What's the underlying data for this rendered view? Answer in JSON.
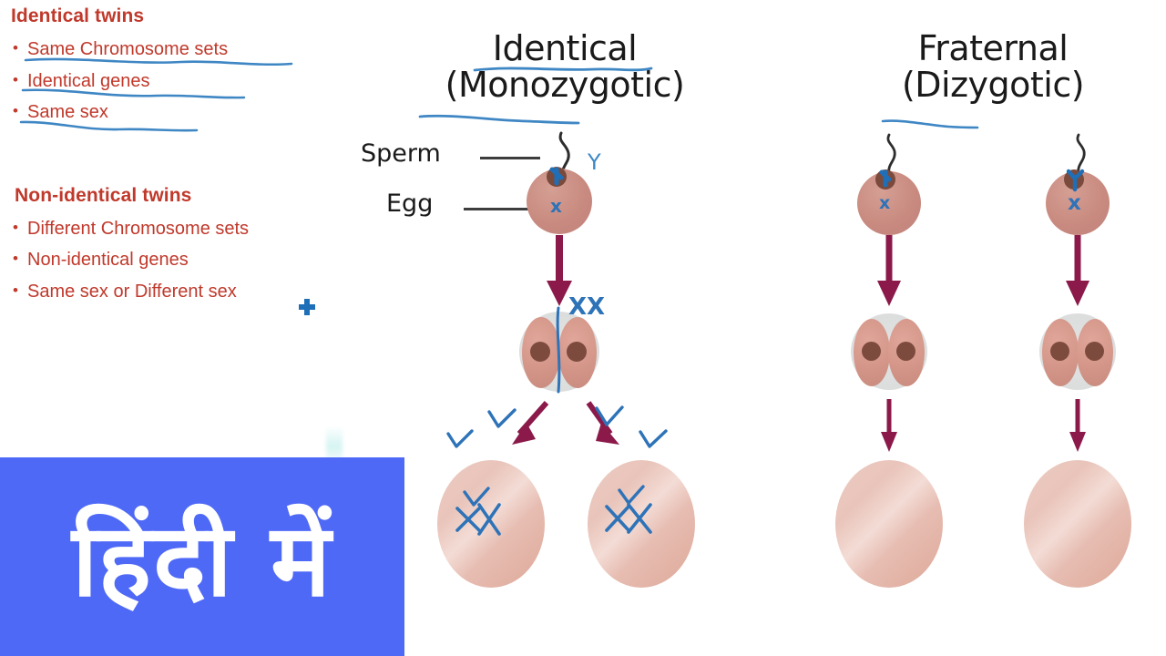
{
  "slide": {
    "background_color": "#ffffff",
    "accent_red": "#c0392b",
    "ink_blue": "#3f87c4",
    "arrow_maroon": "#8b1a4a",
    "banner_blue": "#4f69f7"
  },
  "left_panel": {
    "sections": [
      {
        "heading": "Identical twins",
        "bullet_marker": "•",
        "items": [
          {
            "text": "Same Chromosome sets",
            "underlined": true
          },
          {
            "text": "Identical genes",
            "underlined": true
          },
          {
            "text": "Same sex",
            "underlined": true
          }
        ]
      },
      {
        "heading": "Non-identical twins",
        "bullet_marker": "•",
        "items": [
          {
            "text": "Different Chromosome sets",
            "underlined": false
          },
          {
            "text": "Non-identical genes",
            "underlined": false
          },
          {
            "text": "Same sex or Different sex",
            "underlined": false
          }
        ]
      }
    ]
  },
  "diagram": {
    "columns": [
      {
        "id": "monozygotic",
        "title_line1": "Identical",
        "title_line2": "(Monozygotic)",
        "underlined_words": [
          "Identical",
          "Monozygotic"
        ],
        "labels": [
          {
            "name": "sperm-label",
            "text": "Sperm"
          },
          {
            "name": "egg-label",
            "text": "Egg"
          }
        ],
        "zygote_annotations": [
          "Y",
          "x"
        ],
        "two_cell_annotation": "XX",
        "embryo_annotations": [
          "XX",
          "XX"
        ],
        "embryo_count": 2,
        "split_from_single_zygote": true
      },
      {
        "id": "dizygotic",
        "title_line1": "Fraternal",
        "title_line2": "(Dizygotic)",
        "underlined_words": [
          "Dizygotic"
        ],
        "labels": [],
        "zygote_annotations": [
          "x",
          "x"
        ],
        "two_cell_annotation": "",
        "embryo_annotations": [
          "",
          ""
        ],
        "embryo_count": 2,
        "split_from_single_zygote": false
      }
    ]
  },
  "banner": {
    "text": "हिंदी में",
    "text_color": "#ffffff",
    "background_color": "#4f69f7"
  },
  "markers": {
    "cursor_icon": "blue-plus-cursor"
  }
}
